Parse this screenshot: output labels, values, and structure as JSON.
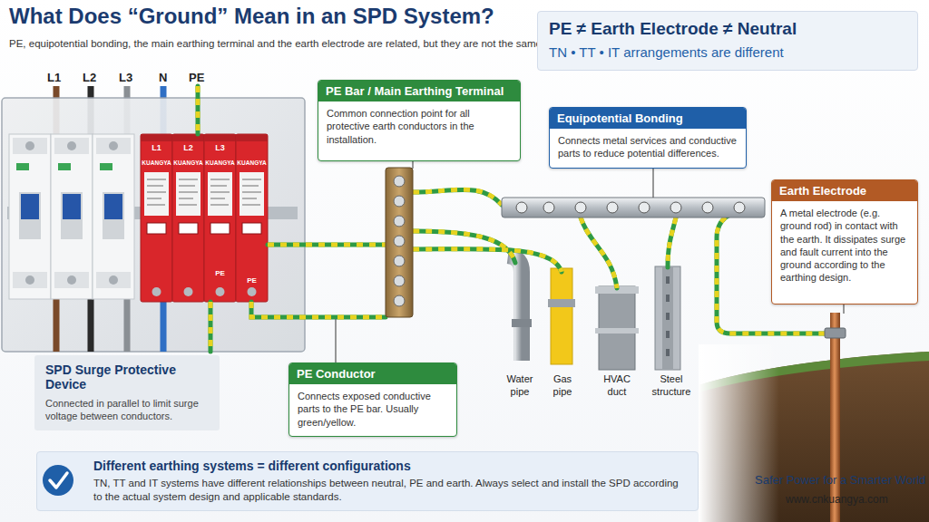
{
  "diagram": {
    "title": "What Does “Ground” Mean in an SPD System?",
    "caption": "PE, equipotential bonding, the main earthing terminal and the earth electrode are related, but they are not the same thing.",
    "nodes": [
      {
        "text": [
          "PE ≠ Earth Electrode ≠ Neutral",
          "TN • TT • IT arrangements are different"
        ]
      },
      {
        "text": [
          "PE Bar / Main Earthing Terminal",
          "Common connection point for all protective earth conductors in the installation."
        ]
      },
      {
        "text": [
          "Equipotential Bonding",
          "Connects metal services and conductive parts to reduce potential differences."
        ]
      },
      {
        "text": [
          "Earth Electrode",
          "A metal electrode (e.g. ground rod) in contact with the earth. It dissipates surge and fault current into the ground according to the earthing design."
        ]
      },
      {
        "text": [
          "SPD Surge Protective Device",
          "Connected in parallel to limit surge voltage between conductors."
        ]
      },
      {
        "text": [
          "PE Conductor",
          "Connects exposed conductive parts to the PE bar. Usually green/yellow."
        ]
      },
      {
        "text": [
          "Different earthing systems = different configurations",
          "TN, TT and IT systems have different relationships between neutral, PE and earth. Always select and install the SPD according to the actual system design and applicable standards."
        ]
      }
    ],
    "labels": [
      "L1",
      "L2",
      "L3",
      "N",
      "PE",
      "L1",
      "L2",
      "L3",
      "KUANGYA",
      "KUANGYA",
      "KUANGYA",
      "KUANGYA",
      "PE",
      "PE",
      "Water pipe",
      "Gas pipe",
      "HVAC duct",
      "Steel structure",
      "Safer Power for a Smarter World",
      "www.cnkuangya.com"
    ]
  }
}
